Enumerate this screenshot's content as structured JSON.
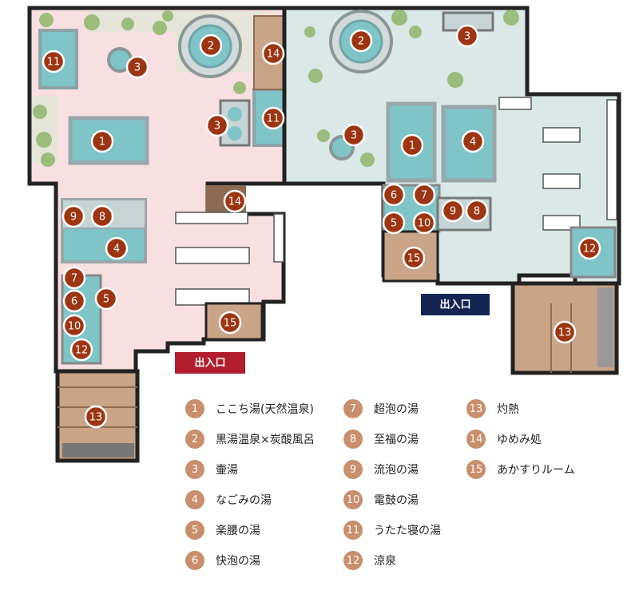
{
  "entrances": {
    "women": "出入口",
    "men": "出入口"
  },
  "colors": {
    "women_floor": "#f8dfe1",
    "men_floor": "#dbe8e8",
    "wall": "#222222",
    "pool": "#7fc4c7",
    "badge": "#9e3512",
    "legend_badge": "#c98e6b",
    "wood": "#c9a487",
    "women_entrance": "#b31d2e",
    "men_entrance": "#142554"
  },
  "women_side_badges": [
    "11",
    "2",
    "3",
    "14",
    "3",
    "11",
    "1",
    "14",
    "9",
    "8",
    "4",
    "7",
    "5",
    "6",
    "10",
    "12",
    "15",
    "13"
  ],
  "men_side_badges": [
    "2",
    "3",
    "3",
    "1",
    "4",
    "6",
    "7",
    "5",
    "10",
    "9",
    "8",
    "12",
    "15",
    "13"
  ],
  "legend": [
    {
      "num": "1",
      "label": "ここち湯(天然温泉)"
    },
    {
      "num": "2",
      "label": "黒湯温泉×炭酸風呂"
    },
    {
      "num": "3",
      "label": "壷湯"
    },
    {
      "num": "4",
      "label": "なごみの湯"
    },
    {
      "num": "5",
      "label": "楽腰の湯"
    },
    {
      "num": "6",
      "label": "快泡の湯"
    },
    {
      "num": "7",
      "label": "超泡の湯"
    },
    {
      "num": "8",
      "label": "至福の湯"
    },
    {
      "num": "9",
      "label": "流泡の湯"
    },
    {
      "num": "10",
      "label": "電鼓の湯"
    },
    {
      "num": "11",
      "label": "うたた寝の湯"
    },
    {
      "num": "12",
      "label": "涼泉"
    },
    {
      "num": "13",
      "label": "灼熱"
    },
    {
      "num": "14",
      "label": "ゆめみ処"
    },
    {
      "num": "15",
      "label": "あかすりルーム"
    }
  ]
}
